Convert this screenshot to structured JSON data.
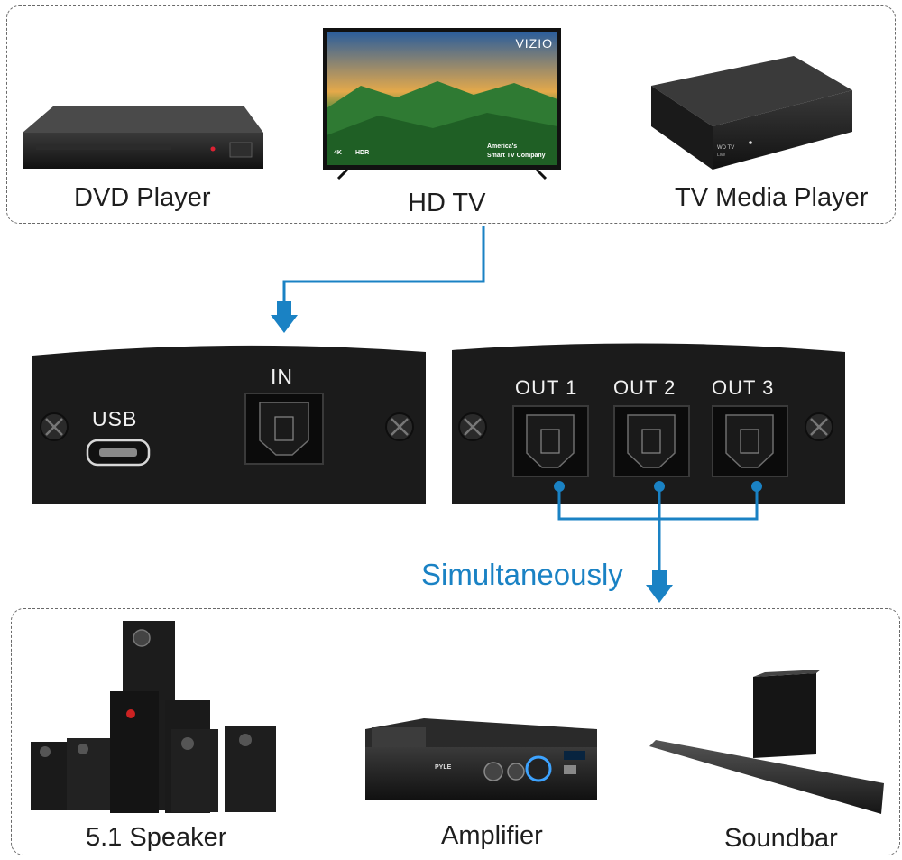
{
  "sources": {
    "items": [
      {
        "label": "DVD Player"
      },
      {
        "label": "HD TV"
      },
      {
        "label": "TV Media Player"
      }
    ],
    "tv_brand": "VIZIO",
    "tv_badge_4k": "4K",
    "tv_badge_hdr": "HDR",
    "tv_tagline_1": "America's",
    "tv_tagline_2": "Smart TV Company",
    "media_brand": "WD TV",
    "media_sub": "Live"
  },
  "input_panel": {
    "in_label": "IN",
    "usb_label": "USB"
  },
  "output_panel": {
    "ports": [
      "OUT 1",
      "OUT 2",
      "OUT 3"
    ]
  },
  "simultaneously": "Simultaneously",
  "outputs": {
    "items": [
      {
        "label": "5.1 Speaker"
      },
      {
        "label": "Amplifier"
      },
      {
        "label": "Soundbar"
      }
    ],
    "amp_brand": "PYLE"
  },
  "colors": {
    "accent": "#1a82c4",
    "panel": "#1b1b1b",
    "dashed_border": "#6a6a6a"
  }
}
